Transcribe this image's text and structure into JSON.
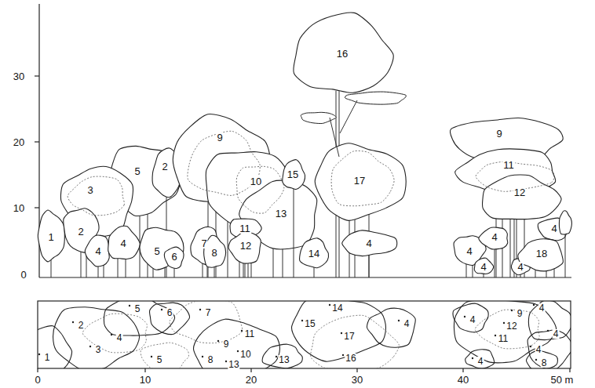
{
  "diagram": {
    "labels": [
      "30",
      "20",
      "10",
      "0",
      "0",
      "10",
      "20",
      "30",
      "40",
      "50 m",
      "1",
      "2",
      "3",
      "4",
      "4",
      "5",
      "2",
      "9",
      "10",
      "5",
      "6",
      "7",
      "8",
      "11",
      "12",
      "13",
      "15",
      "16",
      "17",
      "14",
      "4",
      "9",
      "11",
      "12",
      "4",
      "4",
      "4",
      "4",
      "4",
      "18",
      "5",
      "6",
      "7",
      "2",
      "4",
      "3",
      "1",
      "5",
      "9",
      "11",
      "10",
      "8",
      "13",
      "13",
      "14",
      "15",
      "4",
      "17",
      "16",
      "4",
      "9",
      "4",
      "12",
      "11",
      "4",
      "4",
      "4",
      "8"
    ]
  }
}
